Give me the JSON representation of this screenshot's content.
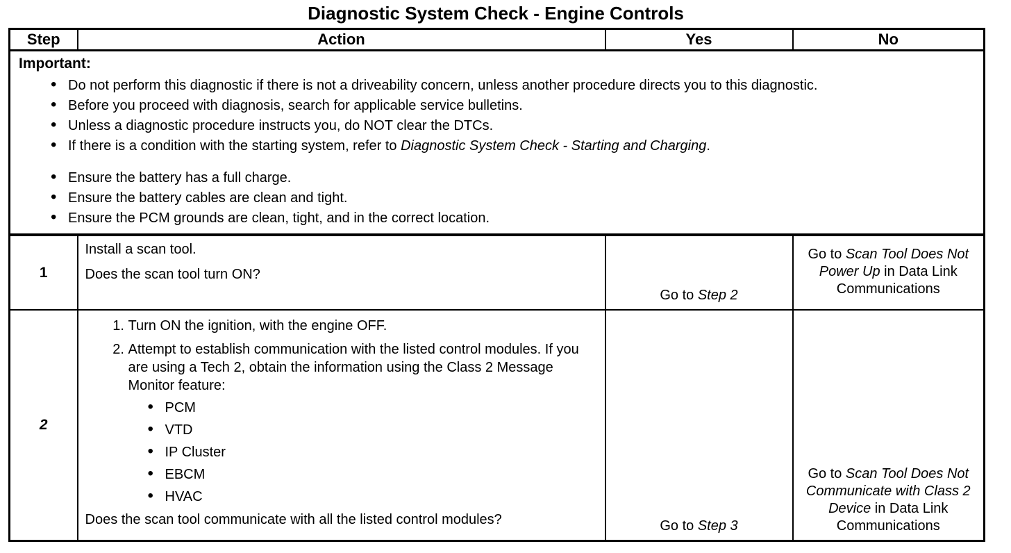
{
  "page": {
    "title": "Diagnostic System Check - Engine Controls"
  },
  "table": {
    "headers": {
      "step": "Step",
      "action": "Action",
      "yes": "Yes",
      "no": "No"
    },
    "important": {
      "label": "Important:",
      "group1": [
        [
          {
            "t": "Do not perform this diagnostic if there is not a driveability concern, unless another procedure directs you to this diagnostic."
          }
        ],
        [
          {
            "t": "Before you proceed with diagnosis, search for applicable service bulletins."
          }
        ],
        [
          {
            "t": "Unless a diagnostic procedure instructs you, do NOT clear the DTCs."
          }
        ],
        [
          {
            "t": "If there is a condition with the starting system, refer to "
          },
          {
            "t": "Diagnostic System Check - Starting and Charging",
            "i": true
          },
          {
            "t": "."
          }
        ]
      ],
      "group2": [
        [
          {
            "t": "Ensure the battery has a full charge."
          }
        ],
        [
          {
            "t": "Ensure the battery cables are clean and tight."
          }
        ],
        [
          {
            "t": "Ensure the PCM grounds are clean, tight, and in the correct location."
          }
        ]
      ]
    },
    "rows": [
      {
        "step": "1",
        "action_lines": [
          "Install a scan tool.",
          "Does the scan tool turn ON?"
        ],
        "yes": [
          {
            "t": "Go to "
          },
          {
            "t": "Step 2",
            "i": true
          }
        ],
        "no": [
          {
            "t": "Go to "
          },
          {
            "t": "Scan Tool Does Not Power Up",
            "i": true
          },
          {
            "t": " in Data Link Communications"
          }
        ]
      },
      {
        "step": "2",
        "numbered_steps": [
          "Turn ON the ignition, with the engine OFF.",
          "Attempt to establish communication with the listed control modules. If you are using a Tech 2, obtain the information using the Class 2 Message Monitor feature:"
        ],
        "modules": [
          "PCM",
          "VTD",
          "IP Cluster",
          "EBCM",
          "HVAC"
        ],
        "question": "Does the scan tool communicate with all the listed control modules?",
        "yes": [
          {
            "t": "Go to "
          },
          {
            "t": "Step 3",
            "i": true
          }
        ],
        "no": [
          {
            "t": "Go to "
          },
          {
            "t": "Scan Tool Does Not Communicate with Class 2 Device",
            "i": true
          },
          {
            "t": " in Data Link Communications"
          }
        ]
      }
    ]
  }
}
